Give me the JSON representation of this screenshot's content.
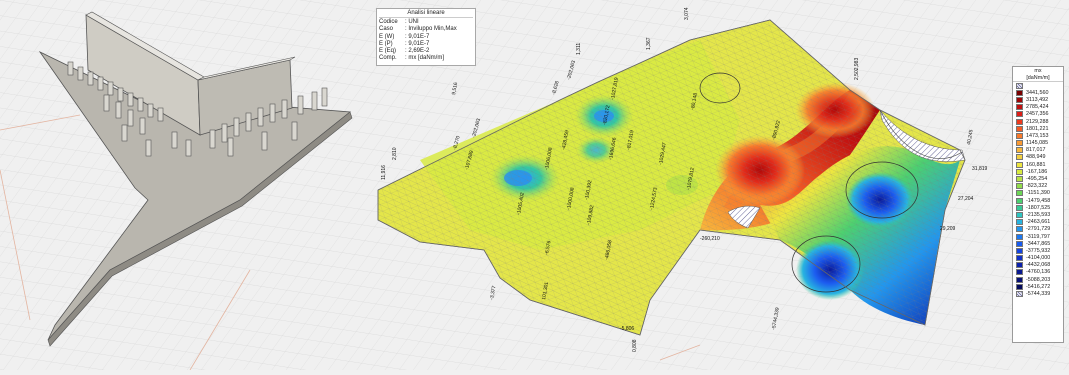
{
  "info": {
    "header": "Analisi lineare",
    "rows": [
      {
        "k": "Codice",
        "v": ": UNI"
      },
      {
        "k": "Caso",
        "v": ": Inviluppo Min,Max"
      },
      {
        "k": "E (W)",
        "v": ": 9,01E-7"
      },
      {
        "k": "E (P)",
        "v": ": 9,01E-7"
      },
      {
        "k": "E (Eq)",
        "v": ": 2,69E-2"
      },
      {
        "k": "Comp.",
        "v": ": mx [daNm/m]"
      }
    ]
  },
  "legend": {
    "title": "mx",
    "unit": "[daNm/m]",
    "items": [
      {
        "label": "",
        "color": "hatch"
      },
      {
        "label": "3441,560",
        "color": "#7a0000"
      },
      {
        "label": "3113,492",
        "color": "#9e0606"
      },
      {
        "label": "2785,424",
        "color": "#c01010"
      },
      {
        "label": "2457,356",
        "color": "#dc1e18"
      },
      {
        "label": "2129,288",
        "color": "#ec3a1e"
      },
      {
        "label": "1801,221",
        "color": "#f45a24"
      },
      {
        "label": "1473,153",
        "color": "#f87a2c"
      },
      {
        "label": "1145,085",
        "color": "#fa9a34"
      },
      {
        "label": "817,017",
        "color": "#f8b83c"
      },
      {
        "label": "488,949",
        "color": "#f2d040"
      },
      {
        "label": "160,881",
        "color": "#eee640"
      },
      {
        "label": "-167,186",
        "color": "#d8ea40"
      },
      {
        "label": "-495,254",
        "color": "#b8e246"
      },
      {
        "label": "-823,322",
        "color": "#92dc4c"
      },
      {
        "label": "-1151,390",
        "color": "#6cd656"
      },
      {
        "label": "-1479,458",
        "color": "#4cd070"
      },
      {
        "label": "-1807,525",
        "color": "#38ca96"
      },
      {
        "label": "-2135,593",
        "color": "#2ec4c0"
      },
      {
        "label": "-2463,661",
        "color": "#28b4e0"
      },
      {
        "label": "-2791,729",
        "color": "#2296ee"
      },
      {
        "label": "-3119,797",
        "color": "#1c78f2"
      },
      {
        "label": "-3447,865",
        "color": "#185cf0"
      },
      {
        "label": "-3775,932",
        "color": "#1444e0"
      },
      {
        "label": "-4104,000",
        "color": "#1030c8"
      },
      {
        "label": "-4432,068",
        "color": "#0c22ac"
      },
      {
        "label": "-4760,136",
        "color": "#081890"
      },
      {
        "label": "-5088,203",
        "color": "#061074"
      },
      {
        "label": "-5416,272",
        "color": "#040a5c"
      },
      {
        "label": "-5744,339",
        "color": "hatch"
      }
    ]
  },
  "annotations": [
    "3,074",
    "1,367",
    "1,311",
    "-8,626",
    "-202,063",
    "-202,063",
    "-8,270",
    "-107,689",
    "11,916",
    "2,810",
    "-3,377",
    "101,301",
    "-5,806",
    "0,808",
    "-6,576",
    "9,516",
    "2,502,983",
    "-80,148",
    "-890,922",
    "40,245",
    "31,819",
    "27,204",
    "29,209",
    "-5744,339",
    "-260,210",
    "-1079,812",
    "-1696,646",
    "-820,172",
    "-1006,008",
    "-1000,008",
    "-817,019",
    "-1029,447",
    "-1224,573",
    "-486,058",
    "-109,882",
    "-100,392",
    "-428,459",
    "-1005,402",
    "-1027,819"
  ]
}
